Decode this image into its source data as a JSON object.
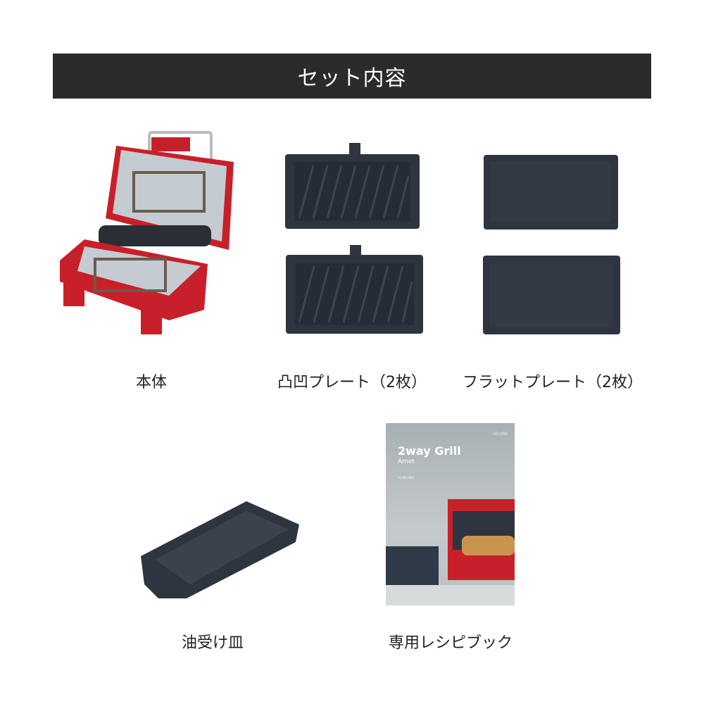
{
  "header": {
    "title": "セット内容"
  },
  "items": [
    {
      "label": "本体"
    },
    {
      "label": "凸凹プレート（2枚）"
    },
    {
      "label": "フラットプレート（2枚）"
    },
    {
      "label": "油受け皿"
    },
    {
      "label": "専用レシピブック"
    }
  ],
  "book": {
    "logo": "récolte",
    "title": "2way Grill",
    "subtitle": "Amet",
    "recipes": "13 RECIPES"
  },
  "colors": {
    "banner": "#2b2b2b",
    "body_red": "#c8202a",
    "plate": "#2e3540"
  }
}
